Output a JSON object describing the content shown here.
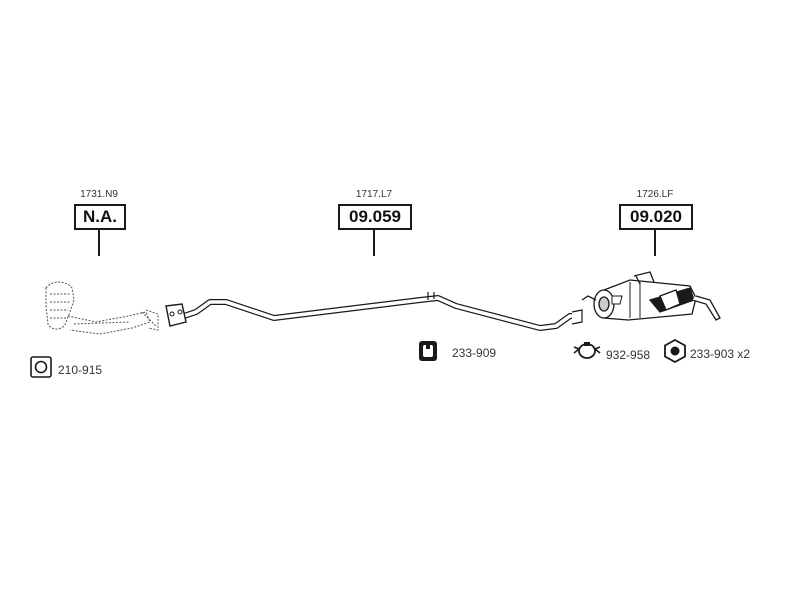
{
  "assemblies": [
    {
      "ref": "1731.N9",
      "code": "N.A."
    },
    {
      "ref": "1717.L7",
      "code": "09.059"
    },
    {
      "ref": "1726.LF",
      "code": "09.020"
    }
  ],
  "parts": [
    {
      "code": "210-915"
    },
    {
      "code": "233-909"
    },
    {
      "code": "932-958"
    },
    {
      "code": "233-903 x2"
    }
  ]
}
